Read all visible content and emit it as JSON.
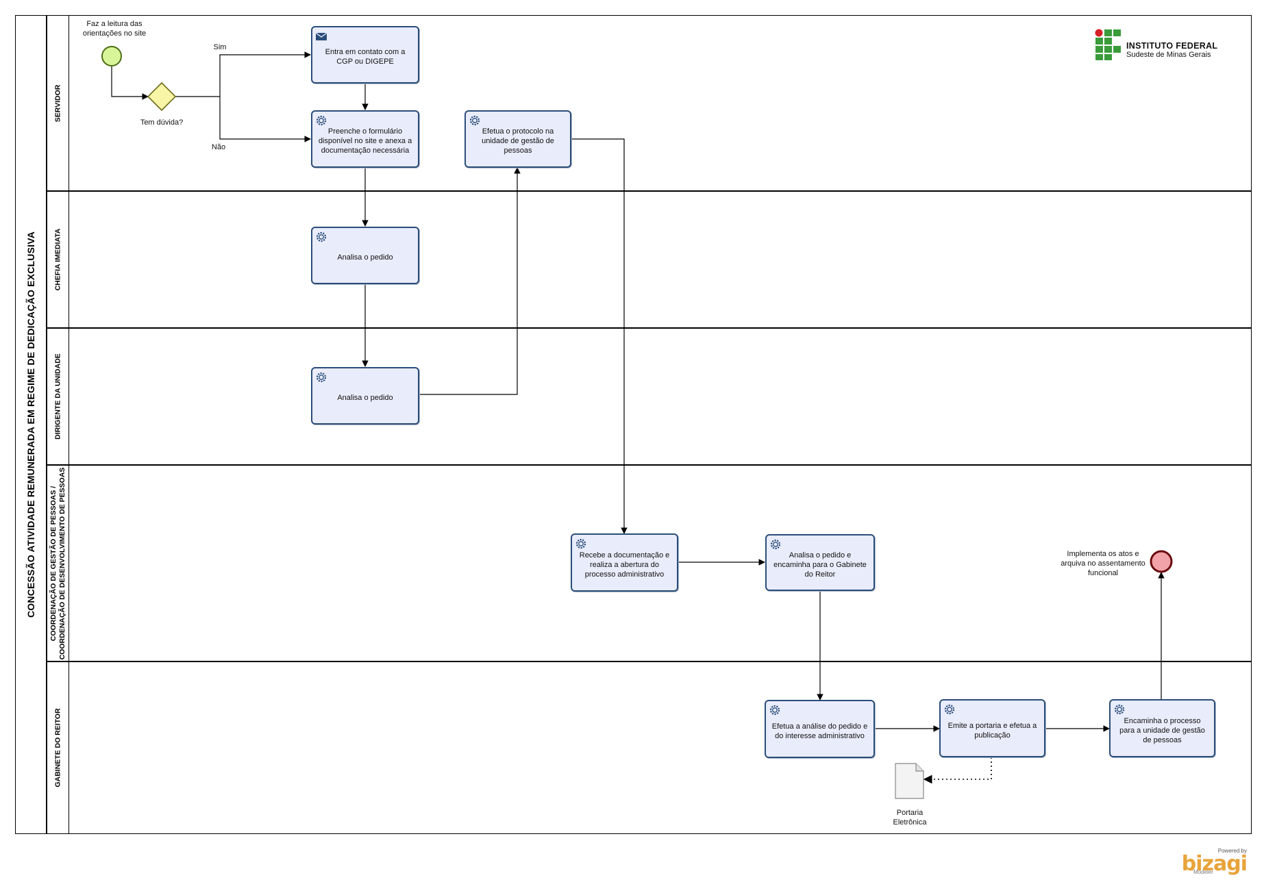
{
  "pool": {
    "title": "CONCESSÃO ATIVIDADE REMUNERADA EM REGIME DE DEDICAÇÃO EXCLUSIVA"
  },
  "lanes": {
    "servidor": "SERVIDOR",
    "chefia": "CHEFIA IMEDIATA",
    "dirigente": "DIRIGENTE DA UNIDADE",
    "cgp_line1": "COORDENAÇÃO DE GESTÃO DE PESSOAS /",
    "cgp_line2": "COORDENAÇÃO DE DESENVOLVIMENTO DE PESSOAS",
    "gabinete": "GABINETE DO REITOR"
  },
  "events": {
    "start_label": "Faz a leitura das orientações no site",
    "end_label": "Implementa os atos e arquiva no assentamento funcional"
  },
  "gateway": {
    "label": "Tem dúvida?",
    "yes": "Sim",
    "no": "Não"
  },
  "tasks": {
    "contato": "Entra em contato com a CGP ou DIGEPE",
    "formulario": "Preenche o formulário disponível no site e anexa a documentação necessária",
    "protocolo": "Efetua o protocolo na unidade de gestão de pessoas",
    "chefia_analisa": "Analisa o pedido",
    "dirigente_analisa": "Analisa o pedido",
    "recebe": "Recebe a documentação e realiza a abertura do processo administrativo",
    "analisa_encaminha": "Analisa o pedido e encaminha para o Gabinete do Reitor",
    "efetua_analise": "Efetua a análise do pedido e do interesse administrativo",
    "emite": "Emite a portaria e efetua a publicação",
    "encaminha": "Encaminha o processo para a unidade de gestão de pessoas"
  },
  "artifact": {
    "label": "Portaria Eletrônica"
  },
  "logo": {
    "line1": "INSTITUTO FEDERAL",
    "line2": "Sudeste de Minas Gerais"
  },
  "watermark": {
    "powered": "Powered by",
    "brand": "bizagi",
    "product": "Modeler"
  },
  "colors": {
    "task_fill": "#e9ecfa",
    "task_border": "#2a4d79",
    "start_fill": "#d8f59a",
    "gateway_fill": "#f8f5a6",
    "end_fill": "#f2a3a9",
    "logo_green": "#3a9b3a",
    "logo_red": "#d62027"
  }
}
